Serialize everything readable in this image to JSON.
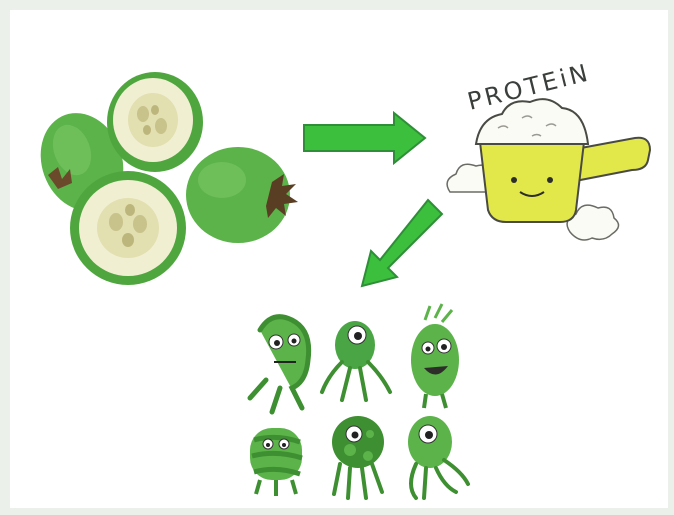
{
  "diagram": {
    "protein_label": "PROTEiN",
    "colors": {
      "frame": "#ebf1ea",
      "panel": "#ffffff",
      "fruit_skin": "#5bb34a",
      "fruit_skin_dark": "#3e8f31",
      "fruit_flesh": "#f3f1d6",
      "arrow": "#3cbf3c",
      "arrow_stroke": "#2e8f38",
      "scoop": "#e3e84a",
      "microbe": "#4aa544"
    },
    "nodes": [
      {
        "id": "feijoa-fruit",
        "kind": "image",
        "icon": "feijoa-fruit-icon"
      },
      {
        "id": "protein-scoop",
        "kind": "image",
        "icon": "protein-scoop-icon"
      },
      {
        "id": "microbes",
        "kind": "image",
        "icon": "microbe-group-icon"
      }
    ],
    "edges": [
      {
        "from": "feijoa-fruit",
        "to": "protein-scoop",
        "icon": "arrow-right-icon"
      },
      {
        "from": "protein-scoop",
        "to": "microbes",
        "icon": "arrow-down-left-icon"
      }
    ]
  }
}
